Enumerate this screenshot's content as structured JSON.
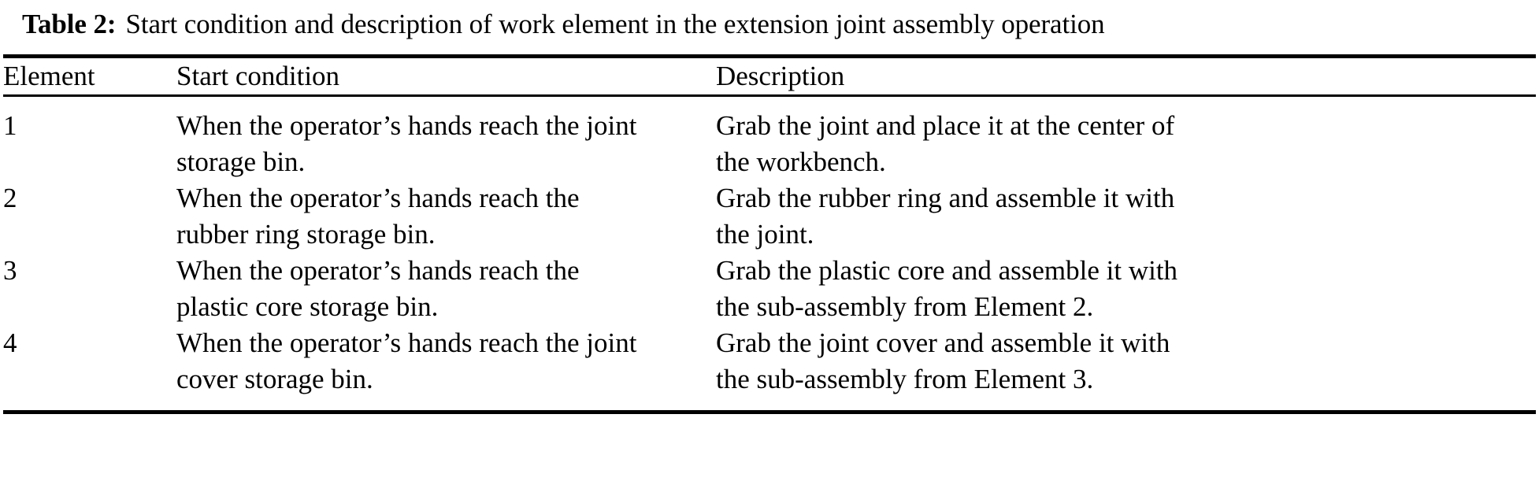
{
  "caption": {
    "label": "Table 2:",
    "text": "Start condition and description of work element in the extension joint assembly operation"
  },
  "table": {
    "headers": {
      "element": "Element",
      "start_condition": "Start condition",
      "description": "Description"
    },
    "rows": [
      {
        "element": "1",
        "start_condition_lines": [
          "When the operator’s hands reach the joint",
          "storage bin."
        ],
        "description_lines": [
          "Grab the joint and place it at the center of",
          "the workbench."
        ]
      },
      {
        "element": "2",
        "start_condition_lines": [
          "When the operator’s hands reach the",
          "rubber ring storage bin."
        ],
        "description_lines": [
          "Grab the rubber ring and assemble it with",
          "the joint."
        ]
      },
      {
        "element": "3",
        "start_condition_lines": [
          "When the operator’s hands reach the",
          "plastic core storage bin."
        ],
        "description_lines": [
          "Grab the plastic core and assemble it with",
          "the sub-assembly from Element 2."
        ]
      },
      {
        "element": "4",
        "start_condition_lines": [
          "When the operator’s hands reach the joint",
          "cover storage bin."
        ],
        "description_lines": [
          "Grab the joint cover and assemble it with",
          "the sub-assembly from Element 3."
        ]
      }
    ]
  },
  "style": {
    "rule_color": "#000000",
    "text_color": "#000000",
    "background": "#ffffff"
  }
}
